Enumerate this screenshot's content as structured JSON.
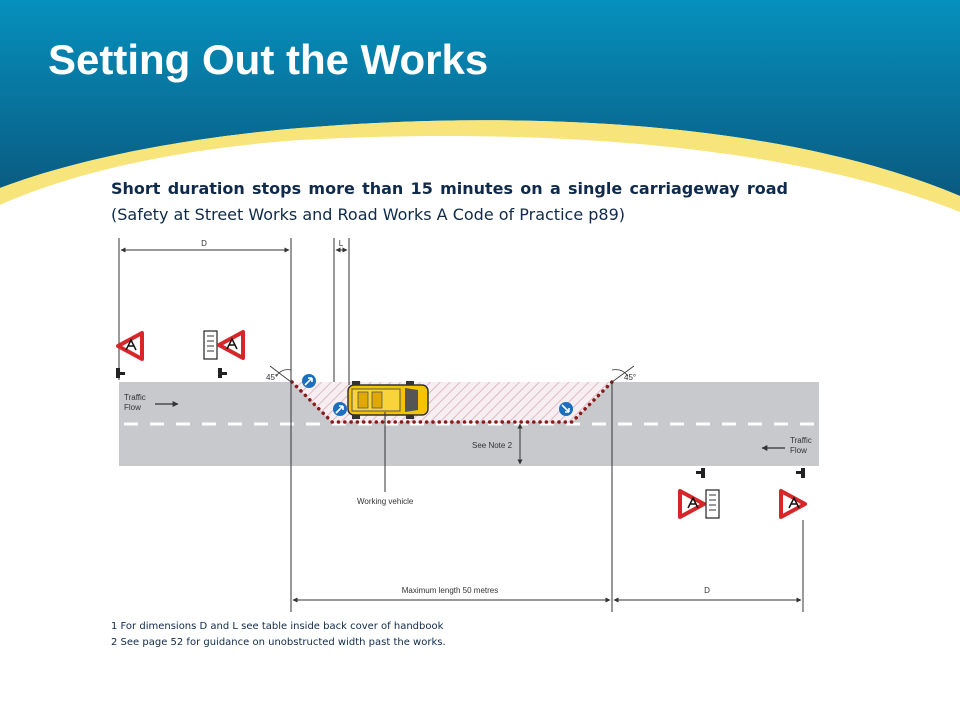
{
  "title": "Setting Out the Works",
  "subtitle": {
    "bold": "Short duration stops more than 15 minutes on a single carriageway road",
    "ref": "(Safety at Street Works and Road Works A Code of Practice p89)"
  },
  "diagram": {
    "dim_d": "D",
    "dim_l": "L",
    "angle": "45°",
    "traffic_flow_line1": "Traffic",
    "traffic_flow_line2": "Flow",
    "see_note": "See Note 2",
    "working_vehicle": "Working vehicle",
    "max_length": "Maximum length 50 metres"
  },
  "notes": [
    "1 For dimensions D and L see table inside back cover of handbook",
    "2 See page 52 for guidance on unobstructed width past the works."
  ],
  "colors": {
    "header_dark": "#0a5f86",
    "header_light": "#0590bd",
    "wave_yellow": "#f7e47a",
    "road": "#c7c9cc",
    "cone_red": "#8b1a1a",
    "sign_red": "#d7262a",
    "keep_left_blue": "#1a6fc0",
    "vehicle_yellow": "#f5c400"
  }
}
